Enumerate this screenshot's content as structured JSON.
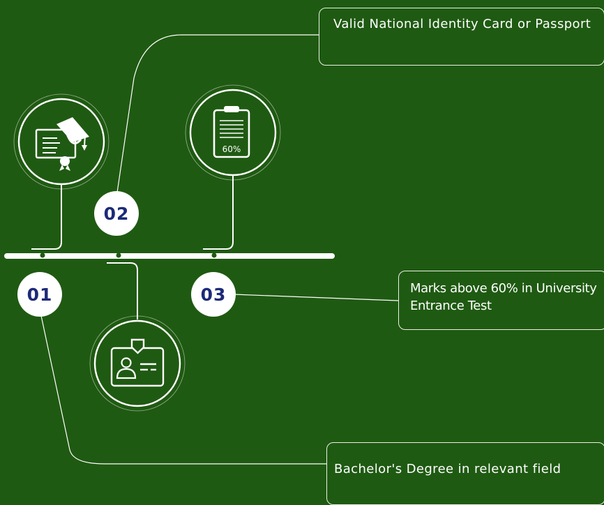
{
  "steps": [
    {
      "number": "01",
      "label": "Bachelor's Degree in relevant field",
      "icon": "graduation-certificate-icon"
    },
    {
      "number": "02",
      "label": "Valid National Identity Card or Passport",
      "icon": "id-card-icon"
    },
    {
      "number": "03",
      "label": "Marks above 60% in University Entrance Test",
      "icon": "clipboard-percentage-icon",
      "icon_text": "60%"
    }
  ],
  "colors": {
    "background": "#1f5a12",
    "line": "#ffffff",
    "number_text": "#1d2a78"
  }
}
